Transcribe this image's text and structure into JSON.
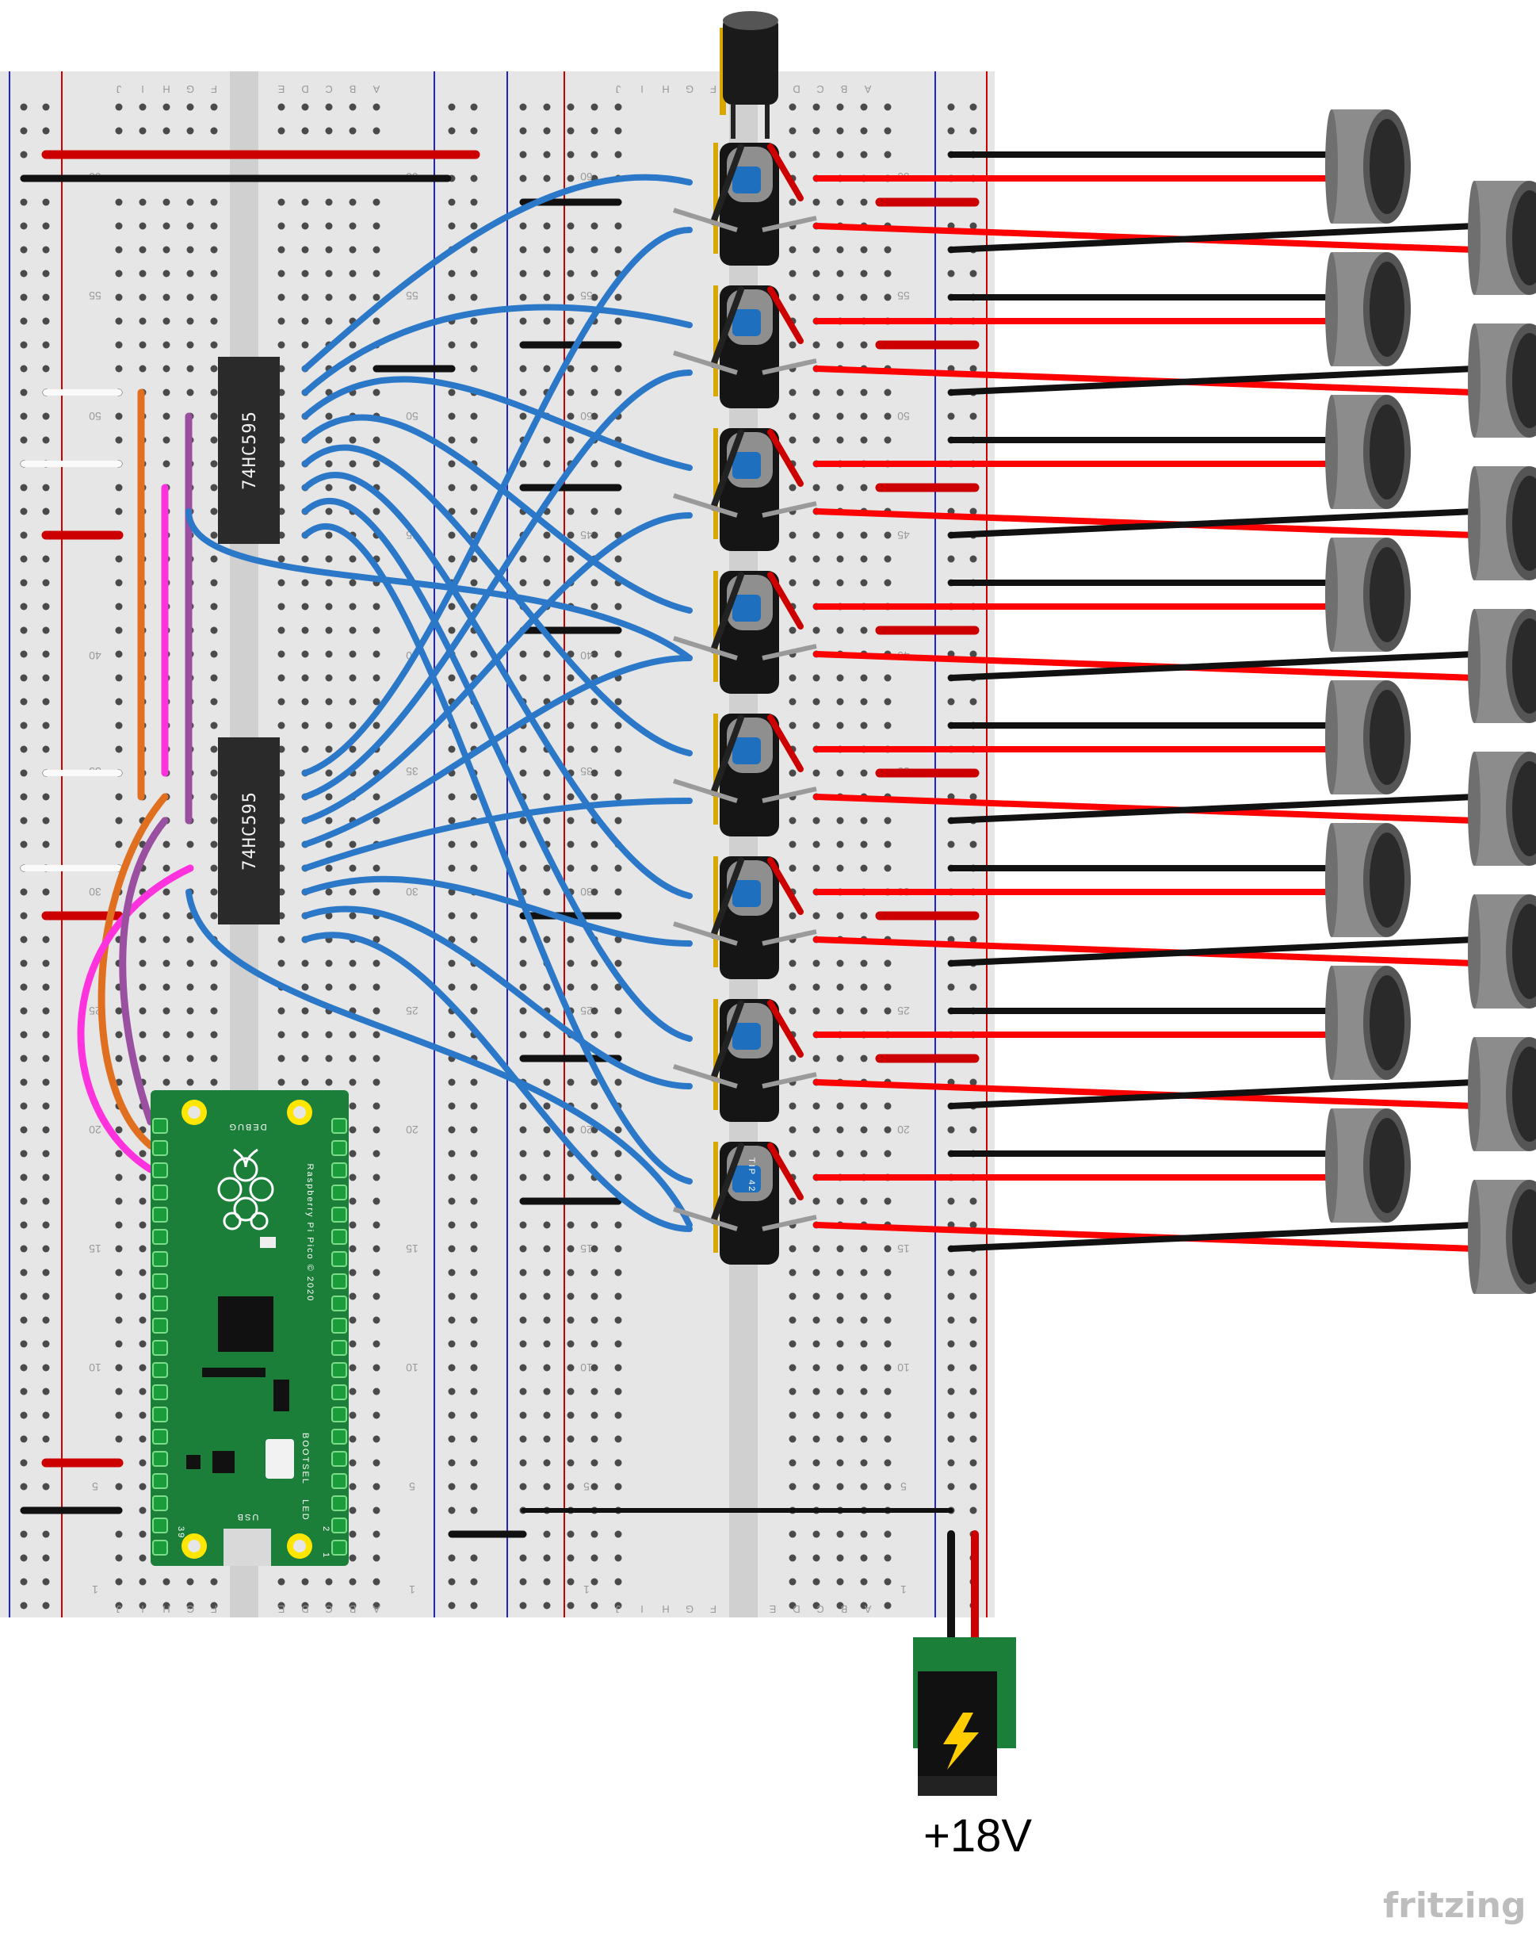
{
  "ic_chip_label": "74HC595",
  "pico": {
    "board_text": "Raspberry Pi Pico © 2020",
    "debug_label": "DEBUG",
    "bootsel_label": "BOOTSEL",
    "usb_label": "USB",
    "led_label": "LED",
    "pin_label_1": "1",
    "pin_label_2": "2",
    "pin_label_39": "39"
  },
  "breadboard": {
    "columns_left": [
      "J",
      "I",
      "H",
      "G",
      "F",
      "E",
      "D",
      "C",
      "B",
      "A"
    ],
    "row_numbers": [
      "60",
      "55",
      "50",
      "45",
      "40",
      "35",
      "30",
      "25",
      "20",
      "15",
      "10",
      "5",
      "1"
    ]
  },
  "transistor_label": "TIP 42",
  "power_jack_label": "+18V",
  "brand_text": "fritzing",
  "colors": {
    "board": "#e6e6e6",
    "power_rail_red": "#cc0000",
    "power_rail_blue": "#2222cc",
    "wire_blue": "#2b78c8",
    "wire_red": "#ff0000",
    "wire_black": "#111111",
    "wire_orange": "#e07020",
    "wire_magenta": "#ff33dd",
    "wire_purple": "#9a4fa0",
    "pico_green": "#1b7f3a",
    "ic_body": "#2a2a2a",
    "transducer_grey": "#8c8c8c"
  }
}
